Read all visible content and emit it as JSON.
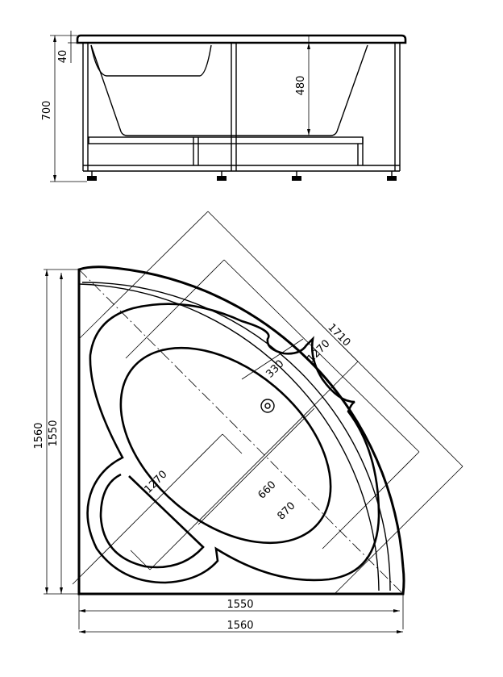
{
  "side_view": {
    "dims": {
      "overall_height": "700",
      "rim_height": "40",
      "inner_depth": "480"
    }
  },
  "top_view": {
    "dims": {
      "left_outer": "1560",
      "left_inner": "1550",
      "bottom_inner": "1550",
      "bottom_outer": "1560",
      "diagonal_outer": "1710",
      "diagonal_inner": "1270",
      "drain_offset": "330",
      "seat_length": "1270",
      "bowl_width": "660",
      "bowl_length": "870"
    }
  }
}
